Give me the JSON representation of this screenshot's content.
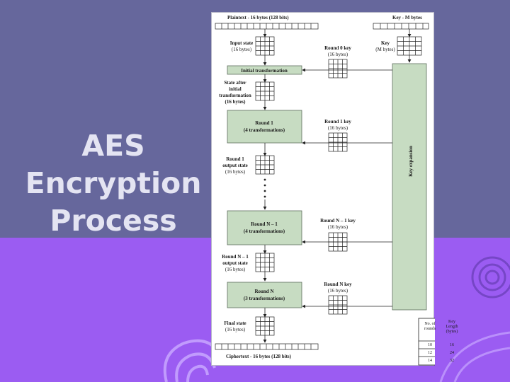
{
  "slide": {
    "title_lines": [
      "AES",
      "Encryption",
      "Process"
    ],
    "colors": {
      "background": "#66679c",
      "band": "#9b5cf2",
      "title": "#e4e4f2",
      "box": "#c7dcc2"
    }
  },
  "diagram": {
    "plaintext_label": "Plaintext - 16 bytes (128 bits)",
    "key_label": "Key - M bytes",
    "input_state": [
      "Input state",
      "(16 bytes)"
    ],
    "round0_key": [
      "Round 0 key",
      "(16 bytes)"
    ],
    "key_box": [
      "Key",
      "(M bytes)"
    ],
    "initial_transformation": "Initial transformation",
    "state_after_initial": [
      "State after",
      "initial",
      "transformation",
      "(16 bytes)"
    ],
    "round1": [
      "Round 1",
      "(4 transformations)"
    ],
    "round1_key": [
      "Round 1 key",
      "(16 bytes)"
    ],
    "round1_output": [
      "Round 1",
      "output state",
      "(16 bytes)"
    ],
    "roundN1": [
      "Round N – 1",
      "(4 transformations)"
    ],
    "roundN1_key": [
      "Round N – 1 key",
      "(16 bytes)"
    ],
    "roundN1_output": [
      "Round N – 1",
      "output state",
      "(16 bytes)"
    ],
    "roundN": [
      "Round N",
      "(3 transformations)"
    ],
    "roundN_key": [
      "Round N key",
      "(16 bytes)"
    ],
    "final_state": [
      "Final state",
      "(16 bytes)"
    ],
    "ciphertext_label": "Ciphertext - 16 bytes (128 bits)",
    "key_expansion": "Key expansion",
    "table": {
      "headers": [
        [
          "No. of",
          "rounds"
        ],
        [
          "Key",
          "Length",
          "(bytes)"
        ]
      ],
      "rows": [
        [
          "10",
          "16"
        ],
        [
          "12",
          "24"
        ],
        [
          "14",
          "32"
        ]
      ]
    }
  }
}
